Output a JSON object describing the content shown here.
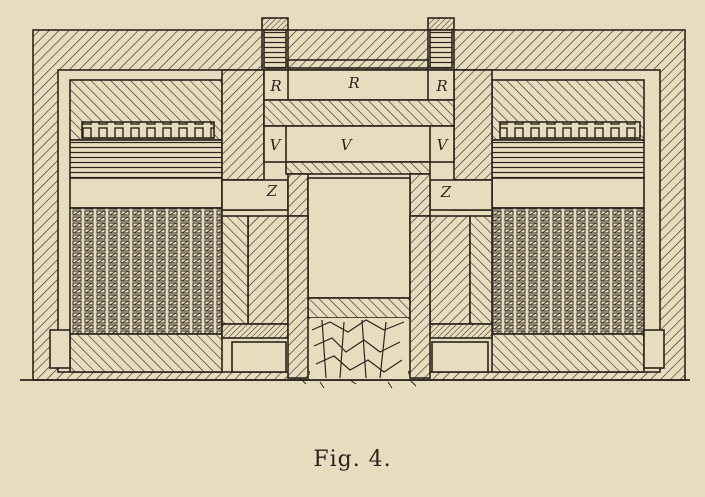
{
  "figure": {
    "caption": "Fig. 4.",
    "labels": {
      "r_left": "R",
      "r_center": "R",
      "r_right": "R",
      "v_left": "V",
      "v_center": "V",
      "v_right": "V",
      "z_left": "Z",
      "z_right": "Z"
    }
  },
  "colors": {
    "paper": "#e8dcbf",
    "ink": "#2a241c"
  }
}
